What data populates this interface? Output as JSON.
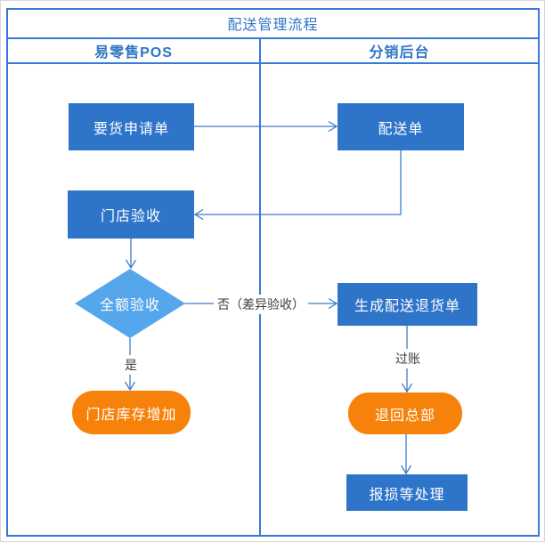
{
  "header": {
    "title": "配送管理流程",
    "lanes": [
      {
        "label": "易零售POS"
      },
      {
        "label": "分销后台"
      }
    ]
  },
  "flowchart": {
    "nodes": {
      "request": {
        "label": "要货申请单",
        "type": "process",
        "lane": "易零售POS"
      },
      "delivery": {
        "label": "配送单",
        "type": "process",
        "lane": "分销后台"
      },
      "store_check": {
        "label": "门店验收",
        "type": "process",
        "lane": "易零售POS"
      },
      "full_check": {
        "label": "全额验收",
        "type": "decision",
        "lane": "易零售POS"
      },
      "stock_increase": {
        "label": "门店库存增加",
        "type": "terminal",
        "lane": "易零售POS"
      },
      "return_order": {
        "label": "生成配送退货单",
        "type": "process",
        "lane": "分销后台"
      },
      "return_hq": {
        "label": "退回总部",
        "type": "terminal",
        "lane": "分销后台"
      },
      "damage": {
        "label": "报损等处理",
        "type": "process",
        "lane": "分销后台"
      }
    },
    "edges": [
      {
        "from": "request",
        "to": "delivery",
        "label": ""
      },
      {
        "from": "delivery",
        "to": "store_check",
        "label": ""
      },
      {
        "from": "store_check",
        "to": "full_check",
        "label": ""
      },
      {
        "from": "full_check",
        "to": "stock_increase",
        "label": "是"
      },
      {
        "from": "full_check",
        "to": "return_order",
        "label": "否（差异验收）"
      },
      {
        "from": "return_order",
        "to": "return_hq",
        "label": "过账"
      },
      {
        "from": "return_hq",
        "to": "damage",
        "label": ""
      }
    ]
  },
  "colors": {
    "process_fill": "#2E74C9",
    "decision_fill": "#56A6EC",
    "terminal_fill": "#F6820C",
    "line": "#3D7CC9",
    "frame": "#3679D9",
    "header_text": "#2E75C6",
    "label_text": "#3D3D3D",
    "node_text": "#FFFFFF"
  }
}
